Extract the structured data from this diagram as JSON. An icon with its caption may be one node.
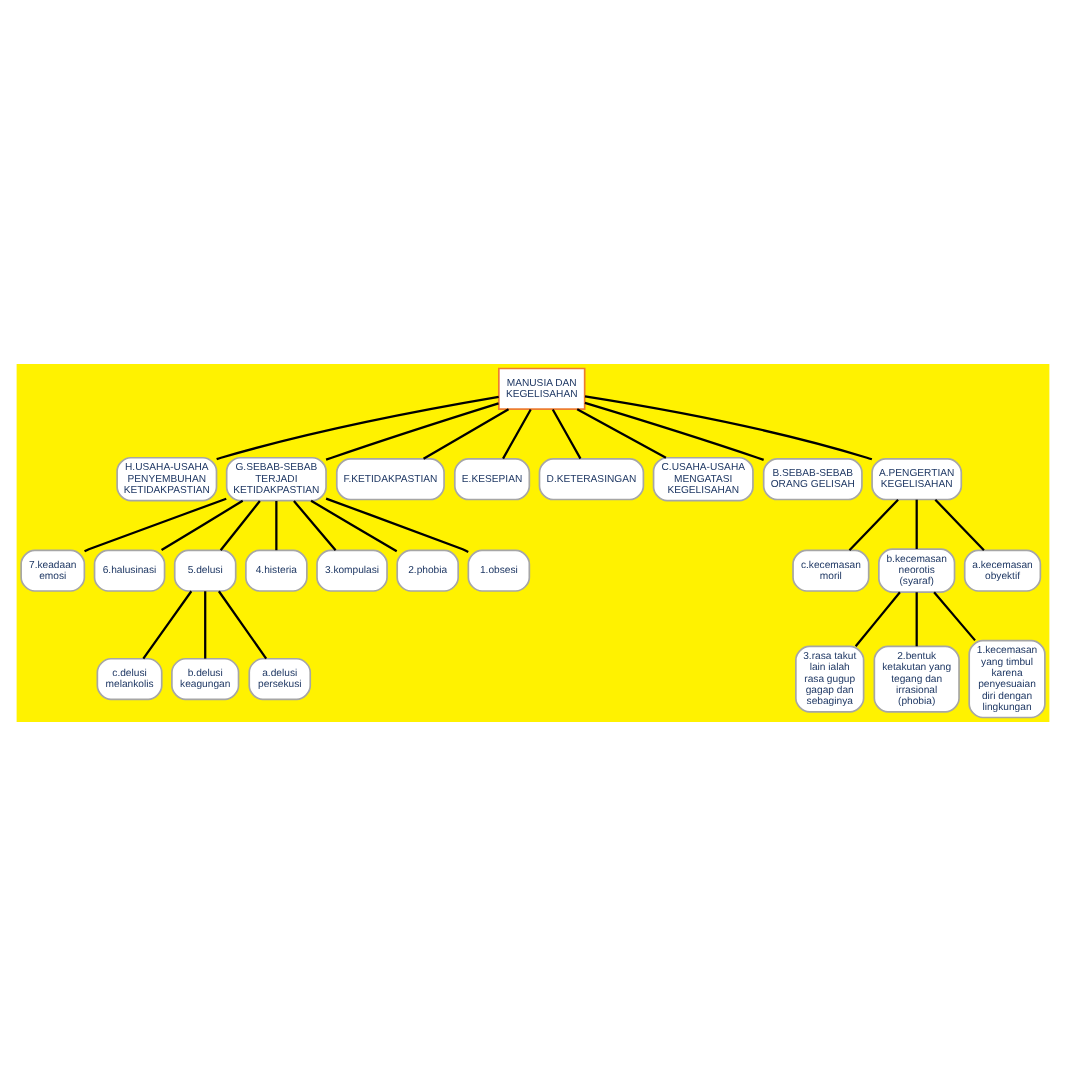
{
  "diagram": {
    "nodes": [
      {
        "text": [
          "MANUSIA DAN KEGELISAHAN"
        ]
      },
      {
        "text": [
          "H.USAHA-USAHA PENYEMBUHAN KETIDAKPASTIAN"
        ]
      },
      {
        "text": [
          "G.SEBAB-SEBAB TERJADI KETIDAKPASTIAN"
        ]
      },
      {
        "text": [
          "F.KETIDAKPASTIAN"
        ]
      },
      {
        "text": [
          "E.KESEPIAN"
        ]
      },
      {
        "text": [
          "D.KETERASINGAN"
        ]
      },
      {
        "text": [
          "C.USAHA-USAHA MENGATASI KEGELISAHAN"
        ]
      },
      {
        "text": [
          "B.SEBAB-SEBAB ORANG GELISAH"
        ]
      },
      {
        "text": [
          "A.PENGERTIAN KEGELISAHAN"
        ]
      },
      {
        "text": [
          "7.keadaan emosi"
        ]
      },
      {
        "text": [
          "6.halusinasi"
        ]
      },
      {
        "text": [
          "5.delusi"
        ]
      },
      {
        "text": [
          "4.histeria"
        ]
      },
      {
        "text": [
          "3.kompulasi"
        ]
      },
      {
        "text": [
          "2.phobia"
        ]
      },
      {
        "text": [
          "1.obsesi"
        ]
      },
      {
        "text": [
          "c.kecemasan moril"
        ]
      },
      {
        "text": [
          "b.kecemasan neorotis (syaraf)"
        ]
      },
      {
        "text": [
          "a.kecemasan obyektif"
        ]
      },
      {
        "text": [
          "c.delusi melankolis"
        ]
      },
      {
        "text": [
          "b.delusi keagungan"
        ]
      },
      {
        "text": [
          "a.delusi persekusi"
        ]
      },
      {
        "text": [
          "3.rasa takut lain ialah rasa gugup gagap dan sebaginya"
        ]
      },
      {
        "text": [
          "2.bentuk ketakutan yang tegang dan irrasional (phobia)"
        ]
      },
      {
        "text": [
          "1.kecemasan yang timbul karena penyesuaian diri dengan lingkungan"
        ]
      }
    ],
    "edges": [
      {
        "from": 0,
        "to": 1,
        "arrow": "none"
      },
      {
        "from": 0,
        "to": 2,
        "arrow": "none"
      },
      {
        "from": 0,
        "to": 3,
        "arrow": "none"
      },
      {
        "from": 0,
        "to": 4,
        "arrow": "none"
      },
      {
        "from": 0,
        "to": 5,
        "arrow": "none"
      },
      {
        "from": 0,
        "to": 6,
        "arrow": "none"
      },
      {
        "from": 0,
        "to": 7,
        "arrow": "none"
      },
      {
        "from": 0,
        "to": 8,
        "arrow": "none"
      },
      {
        "from": 2,
        "to": 9,
        "arrow": "none"
      },
      {
        "from": 2,
        "to": 10,
        "arrow": "none"
      },
      {
        "from": 2,
        "to": 11,
        "arrow": "none"
      },
      {
        "from": 2,
        "to": 12,
        "arrow": "none"
      },
      {
        "from": 2,
        "to": 13,
        "arrow": "none"
      },
      {
        "from": 2,
        "to": 14,
        "arrow": "none"
      },
      {
        "from": 2,
        "to": 15,
        "arrow": "none"
      },
      {
        "from": 8,
        "to": 16,
        "arrow": "none"
      },
      {
        "from": 8,
        "to": 17,
        "arrow": "none"
      },
      {
        "from": 8,
        "to": 18,
        "arrow": "none"
      },
      {
        "from": 11,
        "to": 19,
        "arrow": "none"
      },
      {
        "from": 11,
        "to": 20,
        "arrow": "none"
      },
      {
        "from": 11,
        "to": 21,
        "arrow": "none"
      },
      {
        "from": 17,
        "to": 22,
        "arrow": "none"
      },
      {
        "from": 17,
        "to": 23,
        "arrow": "none"
      },
      {
        "from": 17,
        "to": 24,
        "arrow": "none"
      }
    ]
  }
}
